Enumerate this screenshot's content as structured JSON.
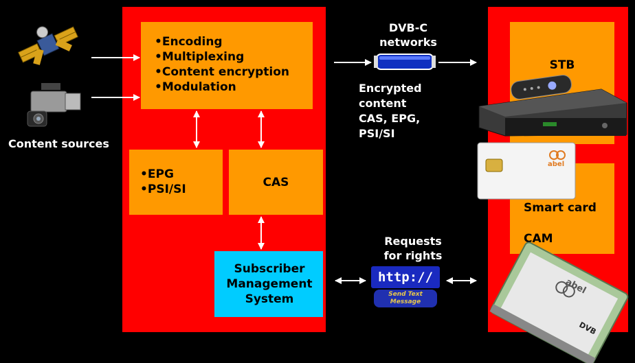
{
  "head_end": {
    "processing_items": [
      "•Encoding",
      "•Multiplexing",
      "•Content encryption",
      "•Modulation"
    ],
    "epg_items": [
      "•EPG",
      "•PSI/SI"
    ],
    "cas_label": "CAS",
    "sms_label": "Subscriber Management System"
  },
  "sources": {
    "label": "Content sources"
  },
  "network": {
    "title": "DVB-C networks",
    "content_label": "Encrypted content CAS, EPG, PSI/SI",
    "requests_label": "Requests for rights",
    "http_label": "http://",
    "sms_button_label": "Send Text Message"
  },
  "receiver": {
    "stb_label": "STB",
    "smartcard_label": "Smart card",
    "cam_label": "CAM",
    "card_brand": "abel",
    "cam_brand": "abel",
    "cam_logo": "DVB"
  },
  "colors": {
    "background": "#000000",
    "head_end": "#ff0000",
    "block": "#ff9900",
    "sms": "#00ccff"
  }
}
